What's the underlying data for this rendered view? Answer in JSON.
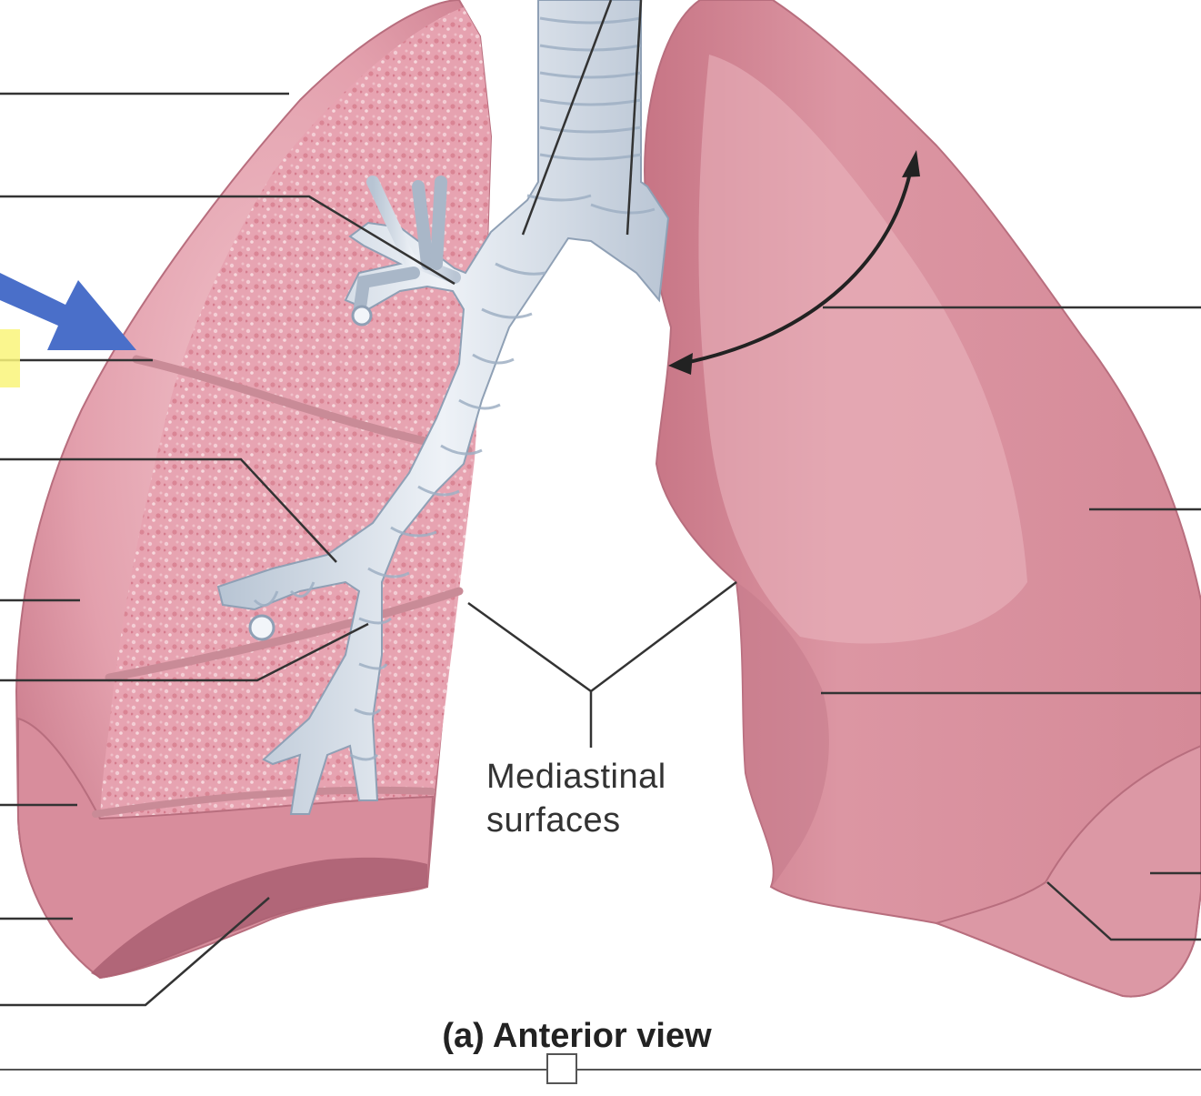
{
  "figure": {
    "mediastinal_label_line1": "Mediastinal",
    "mediastinal_label_line2": "surfaces",
    "caption": "(a) Anterior view"
  },
  "colors": {
    "lung_right": "#d98f9c",
    "lung_left": "#e6a6b2",
    "airway": "#d9e2ec",
    "pointer_arrow": "#4a6fc9",
    "highlight": "#f9f57a",
    "leader_line": "#333333"
  }
}
